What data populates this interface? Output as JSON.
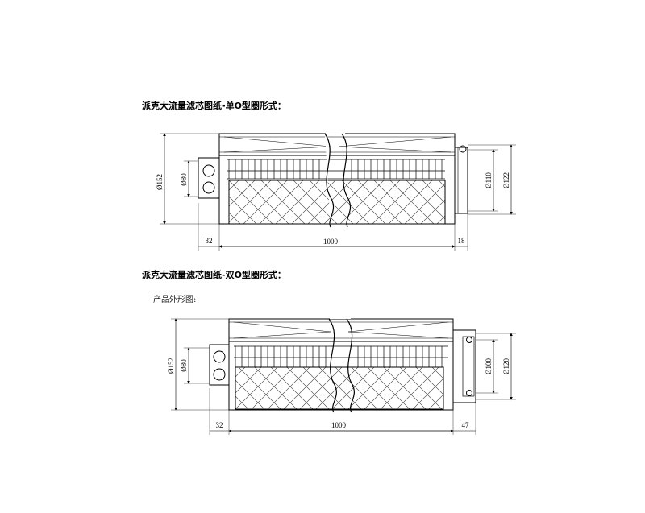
{
  "title1": "派克大流量滤芯图纸-单O型圈形式：",
  "title2": "派克大流量滤芯图纸-双O型圈形式：",
  "subtitle2": "产品外形图:",
  "drawing1": {
    "dia_outer": "Ø152",
    "dia_port": "Ø80",
    "dia_inner": "Ø110",
    "dia_cap": "Ø122",
    "len_left": "32",
    "len_main": "1000",
    "len_right": "18"
  },
  "drawing2": {
    "dia_outer": "Ø152",
    "dia_port": "Ø80",
    "dia_inner": "Ø100",
    "dia_cap": "Ø120",
    "len_left": "32",
    "len_main": "1000",
    "len_right": "47"
  }
}
